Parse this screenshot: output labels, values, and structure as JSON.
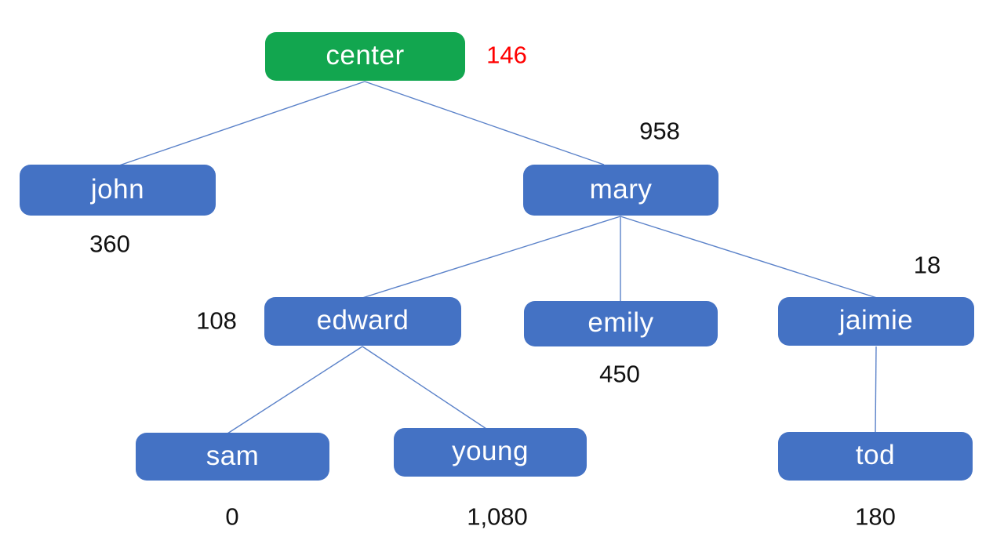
{
  "diagram": {
    "type": "tree",
    "background": "#ffffff",
    "colors": {
      "root_node_fill": "#12a64f",
      "node_fill": "#4472c4",
      "node_text": "#ffffff",
      "edge_stroke": "#5b82c9",
      "value_text": "#111111",
      "root_value_text": "#ff0000"
    },
    "root_id": "center",
    "hierarchy": {
      "center": [
        "john",
        "mary"
      ],
      "john": [],
      "mary": [
        "edward",
        "emily",
        "jaimie"
      ],
      "edward": [
        "sam",
        "young"
      ],
      "emily": [],
      "jaimie": [
        "tod"
      ],
      "sam": [],
      "young": [],
      "tod": []
    },
    "edges": [
      [
        "center",
        "john"
      ],
      [
        "center",
        "mary"
      ],
      [
        "mary",
        "edward"
      ],
      [
        "mary",
        "emily"
      ],
      [
        "mary",
        "jaimie"
      ],
      [
        "edward",
        "sam"
      ],
      [
        "edward",
        "young"
      ],
      [
        "jaimie",
        "tod"
      ]
    ],
    "nodes": {
      "center": {
        "label": "center",
        "value": "146"
      },
      "john": {
        "label": "john",
        "value": "360"
      },
      "mary": {
        "label": "mary",
        "value": "958"
      },
      "edward": {
        "label": "edward",
        "value": "108"
      },
      "emily": {
        "label": "emily",
        "value": "450"
      },
      "jaimie": {
        "label": "jaimie",
        "value": "18"
      },
      "sam": {
        "label": "sam",
        "value": "0"
      },
      "young": {
        "label": "young",
        "value": "1,080"
      },
      "tod": {
        "label": "tod",
        "value": "180"
      }
    }
  }
}
